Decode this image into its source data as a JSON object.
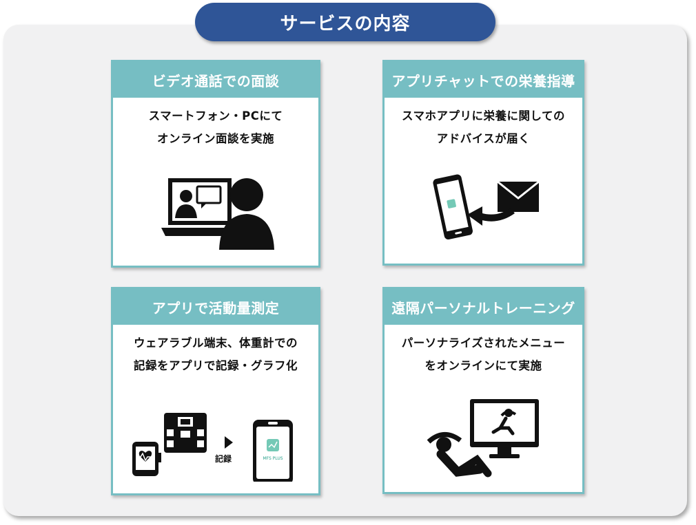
{
  "title": "サービスの内容",
  "cards": [
    {
      "heading": "ビデオ通話での面談",
      "desc_lines": [
        "スマートフォン・PCにて",
        "オンライン面談を実施"
      ]
    },
    {
      "heading": "アプリチャットでの栄養指導",
      "desc_lines": [
        "スマホアプリに栄養に関しての",
        "アドバイスが届く"
      ]
    },
    {
      "heading": "アプリで活動量測定",
      "desc_lines": [
        "ウェアラブル端末、体重計での",
        "記録をアプリで記録・グラフ化"
      ],
      "record_label": "記録",
      "app_label": "MFS PLUS"
    },
    {
      "heading": "遠隔パーソナルトレーニング",
      "desc_lines": [
        "パーソナライズされたメニュー",
        "をオンラインにて実施"
      ]
    }
  ],
  "colors": {
    "title_bg": "#2f5597",
    "card_accent": "#76bec3",
    "panel_bg": "#f1f1f2"
  },
  "icons": [
    "video-call-icon",
    "phone-message-icon",
    "activity-devices-icon",
    "remote-training-icon"
  ]
}
